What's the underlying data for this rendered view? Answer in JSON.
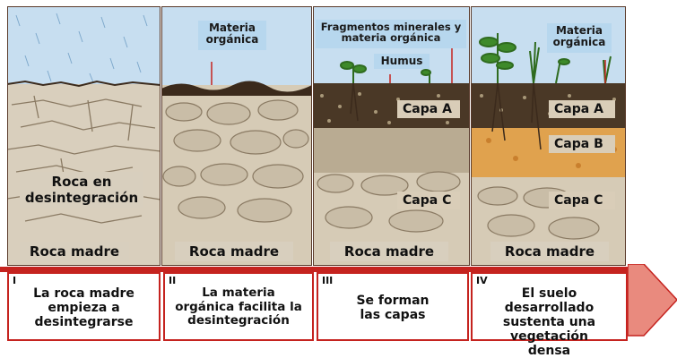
{
  "panels": [
    {
      "numeral": "I",
      "caption": "La roca madre empieza a desintegrarse",
      "labels": {
        "madre": "Roca madre",
        "desintegracion": "Roca en desintegración"
      }
    },
    {
      "numeral": "II",
      "caption": "La materia orgánica facilita la desintegración",
      "labels": {
        "madre": "Roca madre",
        "materia": "Materia orgánica"
      }
    },
    {
      "numeral": "III",
      "caption": "Se forman las capas",
      "labels": {
        "madre": "Roca madre",
        "fragmentos": "Fragmentos minerales y materia orgánica",
        "humus": "Humus",
        "capa_a": "Capa A",
        "capa_c": "Capa C"
      }
    },
    {
      "numeral": "IV",
      "caption": "El suelo desarrollado sustenta una vegetación densa",
      "labels": {
        "madre": "Roca madre",
        "materia": "Materia orgánica",
        "capa_a": "Capa A",
        "capa_b": "Capa B",
        "capa_c": "Capa C"
      }
    }
  ],
  "colors": {
    "sky": "#b7d7ee",
    "soil_dark": "#3b2a1c",
    "rock": "#d8cfbe",
    "capa_b": "#e0a24e",
    "accent": "#c5231f"
  }
}
